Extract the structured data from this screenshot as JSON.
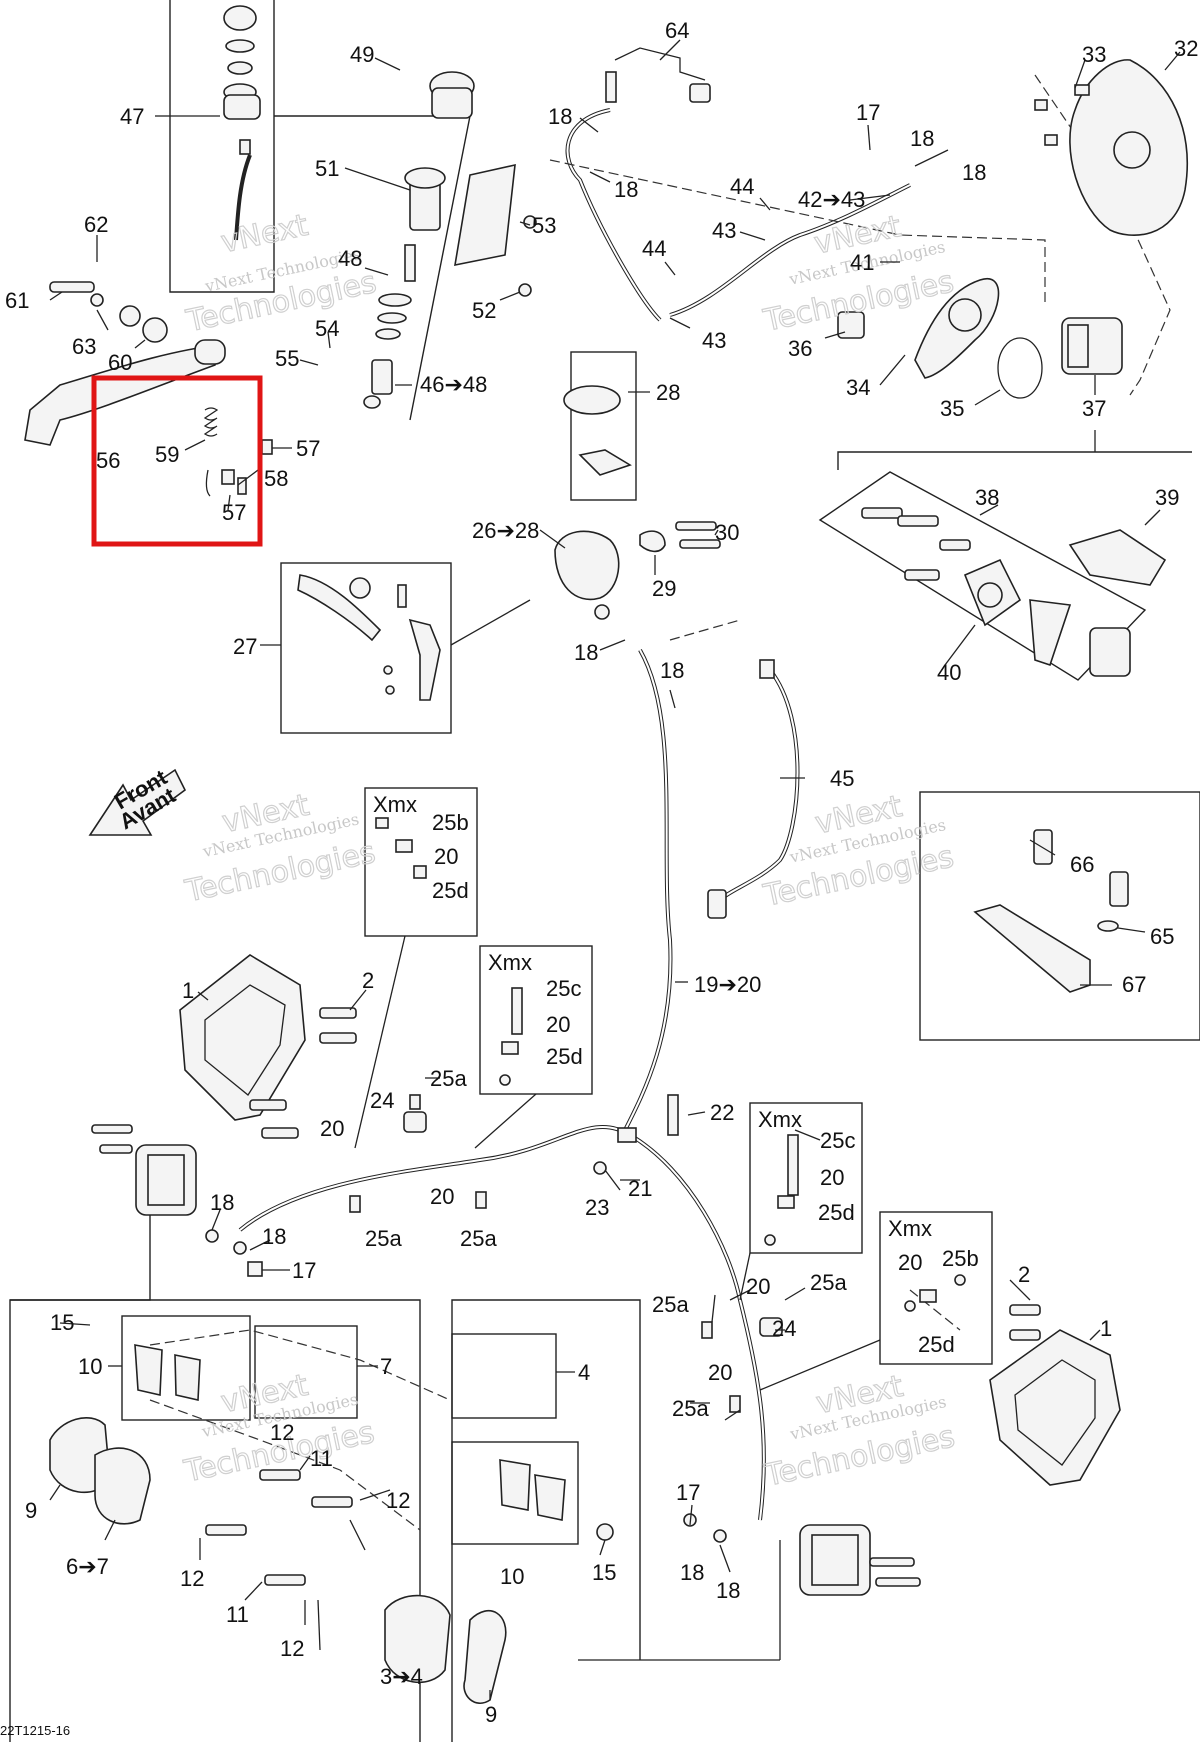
{
  "diagram": {
    "doc_code": "22T1215-16",
    "front_label": [
      "Front",
      "Avant"
    ],
    "watermark": [
      "vNext",
      "vNext Technologies",
      "Technologies"
    ],
    "highlight_color": "#e01515",
    "box_titles": {
      "xmx1": "Xmx",
      "xmx2": "Xmx",
      "xmx3": "Xmx",
      "xmx4": "Xmx"
    },
    "callouts": {
      "c64": "64",
      "c49": "49",
      "c47": "47",
      "c33": "33",
      "c32": "32",
      "c18a": "18",
      "c18b": "18",
      "c17a": "17",
      "c18c": "18",
      "c18d": "18",
      "c51": "51",
      "c44a": "44",
      "c42": "42➔43",
      "c43a": "43",
      "c53": "53",
      "c44b": "44",
      "c41": "41",
      "c62": "62",
      "c48": "48",
      "c61": "61",
      "c63": "63",
      "c52": "52",
      "c43b": "43",
      "c54": "54",
      "c36": "36",
      "c55": "55",
      "c60": "60",
      "c46": "46➔48",
      "c28a": "28",
      "c34": "34",
      "c35": "35",
      "c37": "37",
      "c59": "59",
      "c56": "56",
      "c57a": "57",
      "c58": "58",
      "c57b": "57",
      "c38": "38",
      "c39": "39",
      "c26": "26➔28",
      "c30": "30",
      "c29": "29",
      "c27": "27",
      "c18e": "18",
      "c18f": "18",
      "c40": "40",
      "c45": "45",
      "c25b1": "25b",
      "c20a": "20",
      "c25d1": "25d",
      "c66": "66",
      "c65": "65",
      "c67": "67",
      "c1a": "1",
      "c2a": "2",
      "c19": "19➔20",
      "c25c1": "25c",
      "c20b": "20",
      "c25d2": "25d",
      "c25a1": "25a",
      "c24a": "24",
      "c22": "22",
      "c20c": "20",
      "c25c2": "25c",
      "c20d": "20",
      "c21": "21",
      "c23": "23",
      "c20e": "20",
      "c25d3": "25d",
      "c25a2": "25a",
      "c25a3": "25a",
      "c18g": "18",
      "c18h": "18",
      "c17b": "17",
      "c20f": "20",
      "c25b2": "25b",
      "c2b": "2",
      "c25a4": "25a",
      "c20g": "20",
      "c25a5": "25a",
      "c24b": "24",
      "c15a": "15",
      "c10a": "10",
      "c7": "7",
      "c4": "4",
      "c1b": "1",
      "c20h": "20",
      "c25d4": "25d",
      "c25a6": "25a",
      "c12a": "12",
      "c11a": "11",
      "c9a": "9",
      "c12b": "12",
      "c6": "6➔7",
      "c12c": "12",
      "c11b": "11",
      "c17c": "17",
      "c10b": "10",
      "c15b": "15",
      "c18i": "18",
      "c18j": "18",
      "c12d": "12",
      "c3": "3➔4",
      "c9b": "9"
    }
  }
}
